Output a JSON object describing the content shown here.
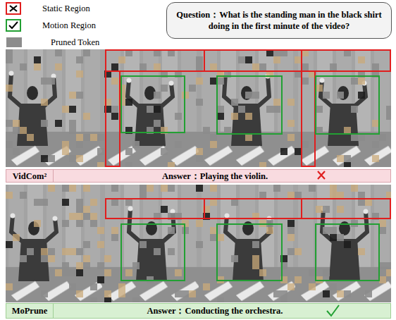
{
  "diagram": {
    "nodes": [
      {
        "text": [
          "Question：What is the standing man in the black shirt doing in the first minute of the video?"
        ]
      },
      {
        "text": [
          "VidCom²",
          "Answer：Playing the violin."
        ]
      },
      {
        "text": [
          "MoPrune",
          "Answer：Conducting the orchestra."
        ]
      }
    ],
    "legend": [
      {
        "text": "Static Region"
      },
      {
        "text": "Motion Region"
      },
      {
        "text": "Pruned Token",
        "color": "#8c8c8c"
      }
    ]
  }
}
